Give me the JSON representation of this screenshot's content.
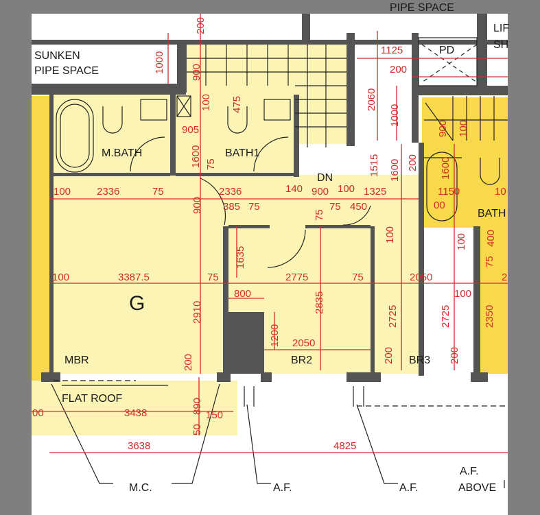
{
  "plan": {
    "rooms": {
      "sunken1": "SUNKEN",
      "sunken2": "PIPE SPACE",
      "top_pipe": "PIPE SPACE",
      "pd": "PD",
      "lift1": "LIF",
      "lift2": "SH",
      "mbath": "M.BATH",
      "bath1": "BATH1",
      "dn": "DN",
      "bath": "BATH",
      "g": "G",
      "mbr": "MBR",
      "br2": "BR2",
      "br3": "BR3",
      "flat_roof": "FLAT ROOF"
    },
    "callouts": {
      "mc": "M.C.",
      "af1": "A.F.",
      "af2": "A.F.",
      "af3": "A.F.",
      "above": "ABOVE"
    },
    "dims": [
      "1000",
      "200",
      "900",
      "100",
      "475",
      "905",
      "1600",
      "75",
      "1125",
      "200",
      "2060",
      "1000",
      "1515",
      "1600",
      "200",
      "900",
      "100",
      "1600",
      "1150",
      "10",
      "00",
      "100",
      "2336",
      "75",
      "2336",
      "140",
      "900",
      "100",
      "1325",
      "385",
      "75",
      "75",
      "450",
      "900",
      "75",
      "100",
      "100",
      "400",
      "75",
      "1635",
      "100",
      "3387.5",
      "75",
      "2775",
      "75",
      "2050",
      "2",
      "800",
      "100",
      "2910",
      "2835",
      "2725",
      "2725",
      "2350",
      "1200",
      "2050",
      "200",
      "200",
      "200",
      "00",
      "3438",
      "150",
      "890",
      "50",
      "3638",
      "4825"
    ]
  }
}
